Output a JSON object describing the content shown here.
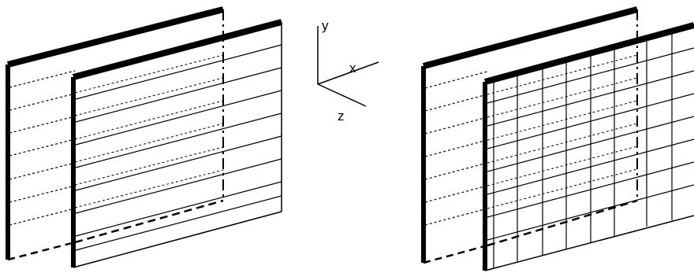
{
  "axes": {
    "x_label": "x",
    "y_label": "y",
    "z_label": "z"
  },
  "colors": {
    "ink": "#000000",
    "background": "#ffffff"
  },
  "left_panel": {
    "back_plate_hlines": 8,
    "front_plate_hlines": 9
  },
  "right_panel": {
    "back_plate_hlines": 8,
    "front_plate_hlines": 8,
    "front_plate_vlines": 7
  }
}
